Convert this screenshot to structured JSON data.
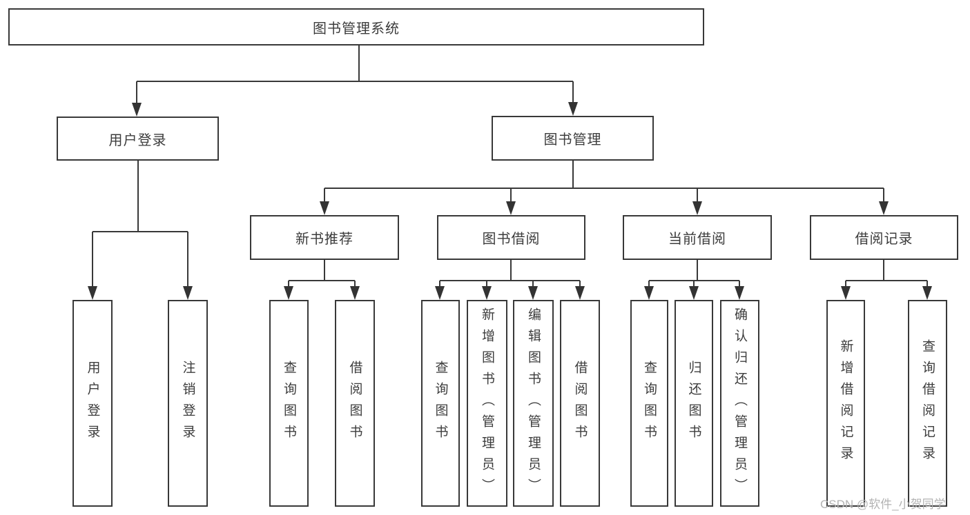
{
  "diagram": {
    "title": "图书管理系统",
    "root": {
      "label": "图书管理系统"
    },
    "level2": [
      {
        "label": "用户登录"
      },
      {
        "label": "图书管理"
      }
    ],
    "level3": [
      {
        "label": "新书推荐"
      },
      {
        "label": "图书借阅"
      },
      {
        "label": "当前借阅"
      },
      {
        "label": "借阅记录"
      }
    ],
    "leaves": [
      {
        "label": "用户登录"
      },
      {
        "label": "注销登录"
      },
      {
        "label": "查询图书"
      },
      {
        "label": "借阅图书"
      },
      {
        "label": "查询图书"
      },
      {
        "label": "新增图书（管理员）"
      },
      {
        "label": "编辑图书（管理员）"
      },
      {
        "label": "借阅图书"
      },
      {
        "label": "查询图书"
      },
      {
        "label": "归还图书"
      },
      {
        "label": "确认归还（管理员）"
      },
      {
        "label": "新增借阅记录"
      },
      {
        "label": "查询借阅记录"
      }
    ]
  },
  "watermark": {
    "text": "CSDN @软件_小贺同学"
  },
  "colors": {
    "line": "#383838",
    "box_border": "#383838",
    "text": "#3c3c3c",
    "background": "#ffffff",
    "watermark_text": "#b3b3b3"
  }
}
